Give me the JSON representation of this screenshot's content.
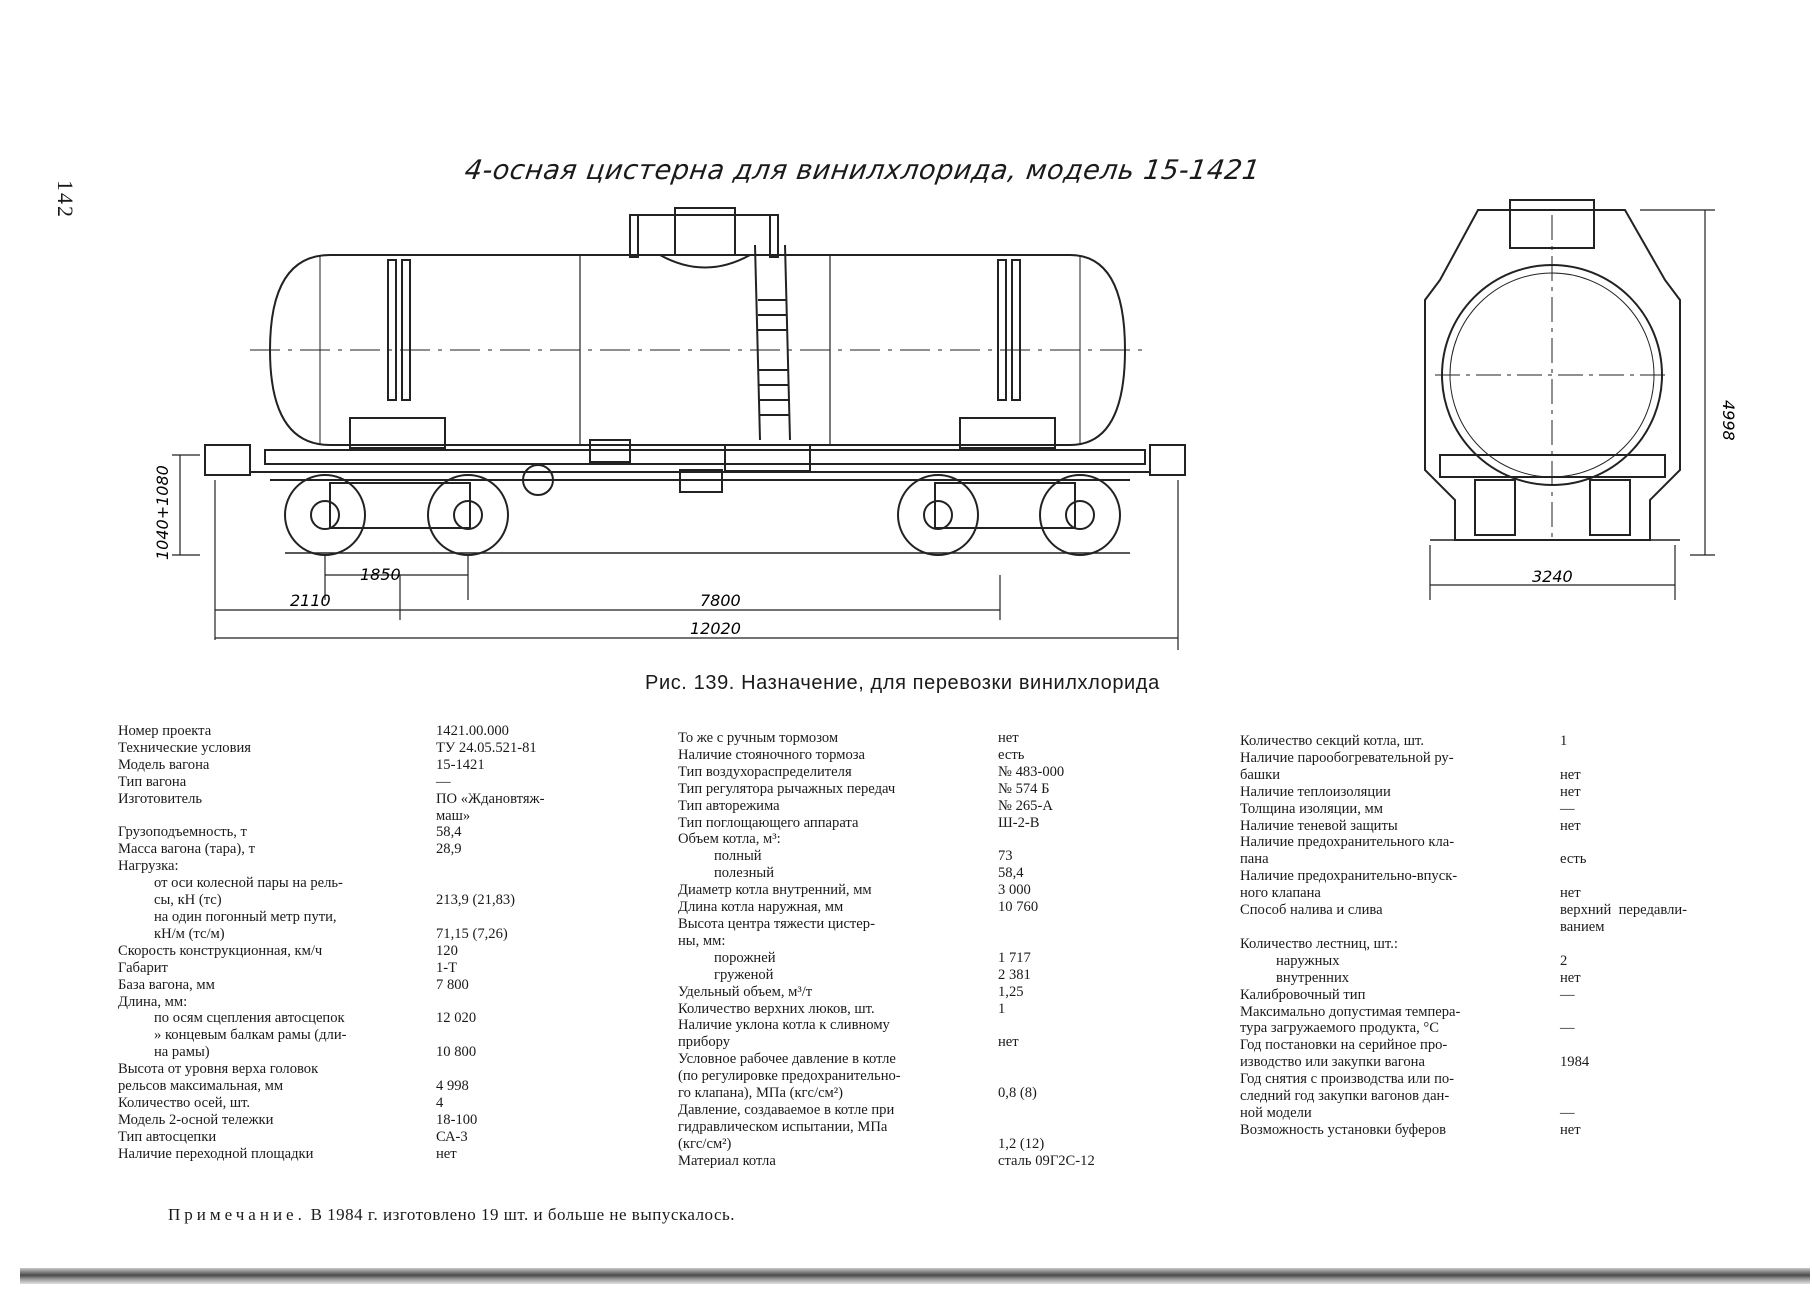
{
  "page_number": "142",
  "drawing_title": "4-осная цистерна для винилхлорида, модель 15-1421",
  "dimensions": {
    "height_coupler": "1040+1080",
    "bogie_base": "1850",
    "overhang": "2110",
    "car_base": "7800",
    "length": "12020",
    "width": "3240",
    "height": "4998"
  },
  "caption": "Рис. 139. Назначение, для перевозки винилхлорида",
  "spec_col1": [
    {
      "k": "Номер проекта",
      "v": "1421.00.000"
    },
    {
      "k": "Технические условия",
      "v": "ТУ 24.05.521-81"
    },
    {
      "k": "Модель вагона",
      "v": "15-1421"
    },
    {
      "k": "Тип вагона",
      "v": "—"
    },
    {
      "k": "Изготовитель",
      "v": "ПО «Ждановтяж-\nмаш»"
    },
    {
      "k": "Грузоподъемность, т",
      "v": "58,4"
    },
    {
      "k": "Масса вагона (тара), т",
      "v": "28,9"
    },
    {
      "k": "Нагрузка:",
      "v": ""
    },
    {
      "k": "от оси колесной пары на рель-\nсы, кН (тс)",
      "v": "\n213,9 (21,83)",
      "indent": 1
    },
    {
      "k": "на один погонный метр пути,\nкН/м (тс/м)",
      "v": "\n71,15 (7,26)",
      "indent": 1
    },
    {
      "k": "Скорость конструкционная, км/ч",
      "v": "120"
    },
    {
      "k": "Габарит",
      "v": "1-Т"
    },
    {
      "k": "База вагона, мм",
      "v": "7 800"
    },
    {
      "k": "Длина, мм:",
      "v": ""
    },
    {
      "k": "по осям сцепления автосцепок",
      "v": "12 020",
      "indent": 1
    },
    {
      "k": "» концевым балкам рамы (дли-\nна рамы)",
      "v": "\n10 800",
      "indent": 1
    },
    {
      "k": "Высота от уровня верха головок\nрельсов максимальная, мм",
      "v": "\n4 998"
    },
    {
      "k": "Количество осей, шт.",
      "v": "4"
    },
    {
      "k": "Модель 2-осной тележки",
      "v": "18-100"
    },
    {
      "k": "Тип автосцепки",
      "v": "СА-3"
    },
    {
      "k": "Наличие переходной площадки",
      "v": "нет"
    }
  ],
  "spec_col2": [
    {
      "k": "То же с ручным тормозом",
      "v": "нет"
    },
    {
      "k": "Наличие стояночного тормоза",
      "v": "есть"
    },
    {
      "k": "Тип воздухораспределителя",
      "v": "№ 483-000"
    },
    {
      "k": "Тип регулятора рычажных передач",
      "v": "№ 574 Б"
    },
    {
      "k": "Тип авторежима",
      "v": "№ 265-А"
    },
    {
      "k": "Тип поглощающего аппарата",
      "v": "Ш-2-В"
    },
    {
      "k": "Объем котла, м³:",
      "v": ""
    },
    {
      "k": "полный",
      "v": "73",
      "indent": 1
    },
    {
      "k": "полезный",
      "v": "58,4",
      "indent": 1
    },
    {
      "k": "Диаметр котла внутренний, мм",
      "v": "3 000"
    },
    {
      "k": "Длина котла наружная, мм",
      "v": "10 760"
    },
    {
      "k": "Высота центра тяжести цистер-\nны, мм:",
      "v": ""
    },
    {
      "k": "порожней",
      "v": "1 717",
      "indent": 1
    },
    {
      "k": "груженой",
      "v": "2 381",
      "indent": 1
    },
    {
      "k": "Удельный объем, м³/т",
      "v": "1,25"
    },
    {
      "k": "Количество верхних люков, шт.",
      "v": "1"
    },
    {
      "k": "Наличие уклона котла к сливному\nприбору",
      "v": "\nнет"
    },
    {
      "k": "Условное рабочее давление в котле\n(по регулировке предохранительно-\nго клапана), МПа (кгс/см²)",
      "v": "\n\n0,8 (8)"
    },
    {
      "k": "Давление, создаваемое в котле при\nгидравлическом испытании, МПа\n(кгс/см²)",
      "v": "\n\n1,2 (12)"
    },
    {
      "k": "Материал котла",
      "v": "сталь 09Г2С-12"
    }
  ],
  "spec_col3": [
    {
      "k": "Количество секций котла, шт.",
      "v": "1"
    },
    {
      "k": "Наличие парообогревательной ру-\nбашки",
      "v": "\nнет"
    },
    {
      "k": "Наличие теплоизоляции",
      "v": "нет"
    },
    {
      "k": "Толщина изоляции, мм",
      "v": "—"
    },
    {
      "k": "Наличие теневой защиты",
      "v": "нет"
    },
    {
      "k": "Наличие предохранительного кла-\nпана",
      "v": "\nесть"
    },
    {
      "k": "Наличие предохранительно-впуск-\nного клапана",
      "v": "\nнет"
    },
    {
      "k": "Способ налива и слива",
      "v": "верхний  передавли-\nванием"
    },
    {
      "k": "Количество лестниц, шт.:",
      "v": ""
    },
    {
      "k": "наружных",
      "v": "2",
      "indent": 3
    },
    {
      "k": "внутренних",
      "v": "нет",
      "indent": 3
    },
    {
      "k": "Калибровочный тип",
      "v": "—"
    },
    {
      "k": "Максимально допустимая темпера-\nтура загружаемого продукта, °С",
      "v": "\n—"
    },
    {
      "k": "Год постановки на серийное про-\nизводство или закупки вагона",
      "v": "\n1984"
    },
    {
      "k": "Год снятия с производства или по-\nследний год закупки вагонов дан-\nной модели",
      "v": "\n\n—"
    },
    {
      "k": "Возможность установки буферов",
      "v": "нет"
    }
  ],
  "note": {
    "head": "Примечание.",
    "text": " В 1984 г. изготовлено 19 шт. и больше не выпускалось."
  }
}
